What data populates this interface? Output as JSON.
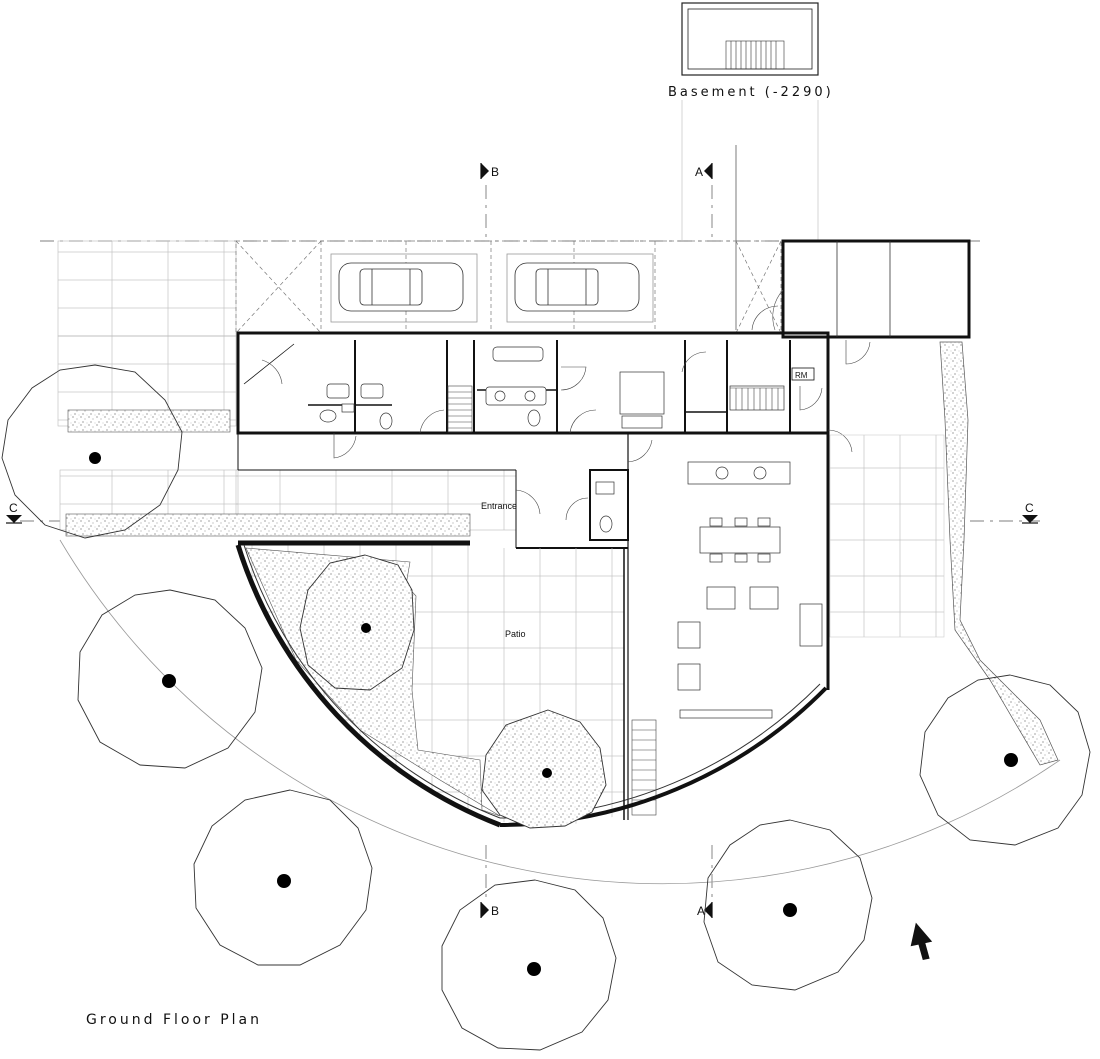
{
  "drawing": {
    "main_title": "Ground Floor Plan",
    "basement_title": "Basement (-2290)"
  },
  "rooms": {
    "entrance": "Entrance",
    "patio": "Patio",
    "rm": "RM"
  },
  "section_markers": {
    "a": "A",
    "b": "B",
    "c": "C"
  },
  "colors": {
    "line": "#333333",
    "wall": "#000000",
    "hatch": "#555555",
    "paper": "#ffffff"
  },
  "icons": [
    "north-arrow-icon",
    "car-icon",
    "tree-icon",
    "section-marker-icon"
  ]
}
